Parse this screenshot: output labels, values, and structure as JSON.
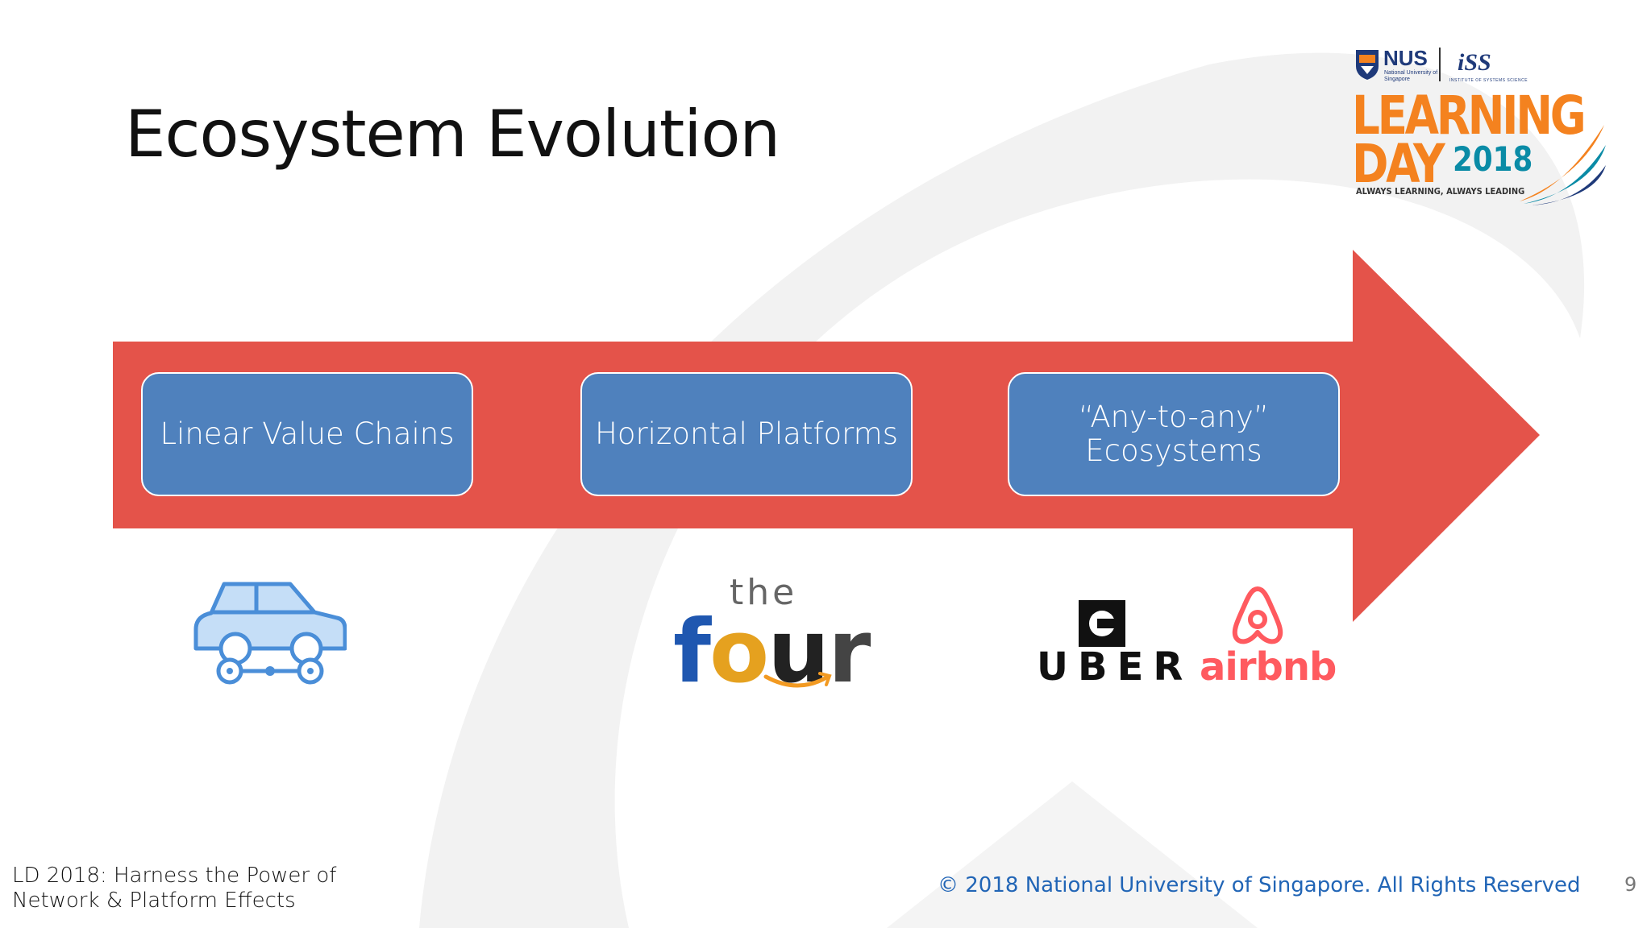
{
  "slide": {
    "title": "Ecosystem Evolution",
    "stages": [
      {
        "label": "Linear Value Chains"
      },
      {
        "label": "Horizontal Platforms"
      },
      {
        "label_line1": "“Any-to-any”",
        "label_line2": "Ecosystems"
      }
    ],
    "illustrations": {
      "car_icon": "car-on-chain-icon",
      "four_the": "the",
      "four_letters": [
        "f",
        "o",
        "u",
        "r"
      ],
      "uber": "UBER",
      "airbnb": "airbnb"
    },
    "logo": {
      "nus": "NUS",
      "nus_sub": "National University of Singapore",
      "iss": "iSS",
      "iss_sub": "INSTITUTE OF SYSTEMS SCIENCE",
      "word1": "LEARNING",
      "word2": "DAY",
      "year": "2018",
      "tagline": "ALWAYS LEARNING, ALWAYS LEADING"
    },
    "footer": {
      "left_line1": "LD 2018: Harness the Power of",
      "left_line2": "Network & Platform Effects",
      "copyright": "© 2018 National University of Singapore. All Rights Reserved",
      "page_number": "9"
    }
  },
  "colors": {
    "arrow": "#e4534a",
    "stage_fill": "#4f81bd",
    "copyright_text": "#2165b6",
    "logo_orange": "#f4821f",
    "logo_teal": "#0a8ba6",
    "airbnb": "#ff5a5f"
  }
}
